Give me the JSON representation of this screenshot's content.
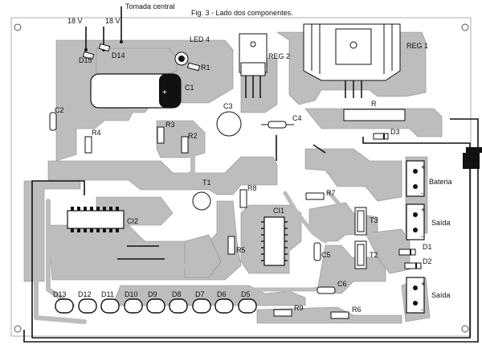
{
  "figure": {
    "title": "Fig. 3 - Lado dos componentes."
  },
  "power_labels": {
    "v1": "18 V",
    "v2": "18 V",
    "center_tap": "Tomada central"
  },
  "components": {
    "led4": "LED 4",
    "r1": "R1",
    "c1": "C1",
    "c2": "C2",
    "c3": "C3",
    "c4": "C4",
    "c5": "C5",
    "c6": "C6",
    "ci1": "CI1",
    "ci2": "CI2",
    "reg1": "REG 1",
    "reg2": "REG 2",
    "r": "R",
    "r2": "R2",
    "r3": "R3",
    "r4": "R4",
    "r5": "R5",
    "r6": "R6",
    "r7": "R7",
    "r8": "R8",
    "r9": "R9",
    "t1": "T1",
    "t2": "T2",
    "t3": "T3",
    "d1": "D1",
    "d2": "D2",
    "d3": "D3",
    "d14": "D14",
    "d15": "D15"
  },
  "led_row": [
    "D13",
    "D12",
    "D11",
    "D10",
    "D9",
    "D8",
    "D7",
    "D6",
    "D5"
  ],
  "terminals": {
    "bateria": "Bateria",
    "saida1": "Saída",
    "saida2": "Saída",
    "plus": "+",
    "minus": "-"
  }
}
